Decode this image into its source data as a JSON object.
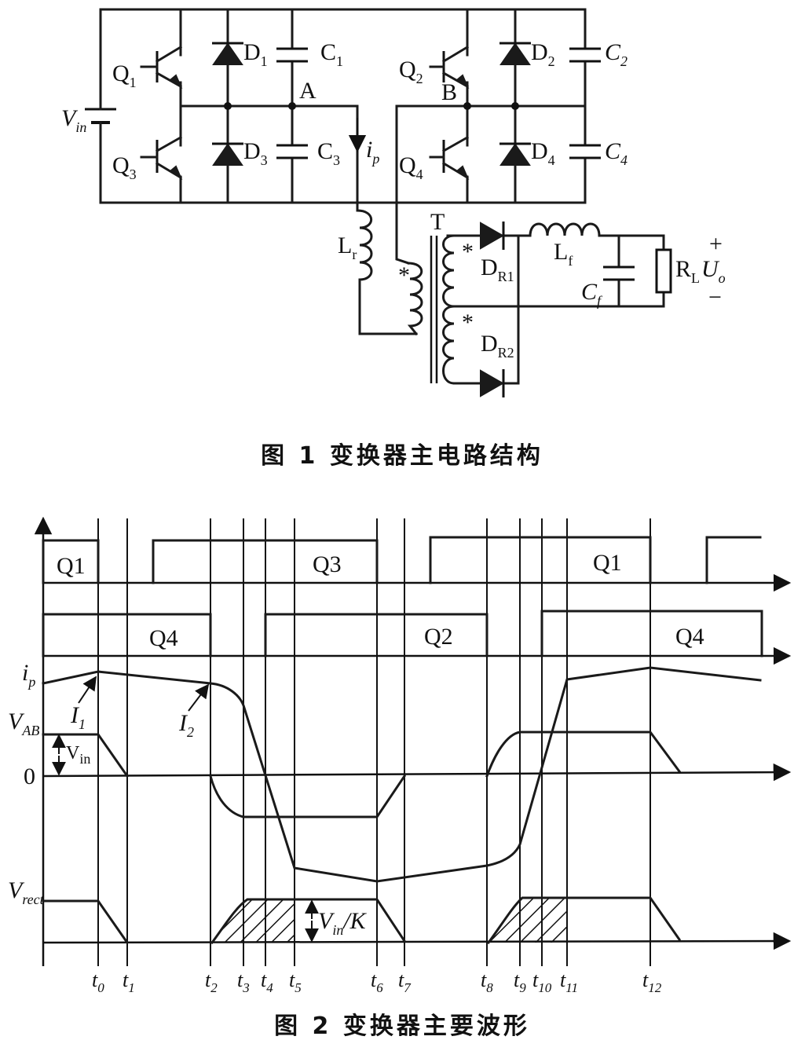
{
  "figure1": {
    "caption": "图 1   变换器主电路结构",
    "labels": {
      "Q1": "Q",
      "Q1s": "1",
      "Q3": "Q",
      "Q3s": "3",
      "Q2": "Q",
      "Q2s": "2",
      "Q4": "Q",
      "Q4s": "4",
      "D1": "D",
      "D1s": "1",
      "D3": "D",
      "D3s": "3",
      "D2": "D",
      "D2s": "2",
      "D4": "D",
      "D4s": "4",
      "C1": "C",
      "C1s": "1",
      "C3": "C",
      "C3s": "3",
      "C2": "C",
      "C2s": "2",
      "C4": "C",
      "C4s": "4",
      "A": "A",
      "B": "B",
      "ip": "i",
      "ips": "p",
      "Vin": "V",
      "Vins": "in",
      "Lr": "L",
      "Lrs": "r",
      "T": "T",
      "DR1": "D",
      "DR1s": "R1",
      "DR2": "D",
      "DR2s": "R2",
      "Lf": "L",
      "Lfs": "f",
      "Cf": "C",
      "Cfs": "f",
      "RL": "R",
      "RLs": "L",
      "Uo": "U",
      "Uos": "o",
      "plus": "+",
      "minus": "−",
      "star": "*"
    }
  },
  "figure2": {
    "caption": "图 2   变换器主要波形",
    "pulse_labels": [
      "Q1",
      "Q3",
      "Q1",
      "Q4",
      "Q2",
      "Q4"
    ],
    "signal_labels": {
      "ip": "i",
      "ips": "p",
      "I1": "I",
      "I1s": "1",
      "I2": "I",
      "I2s": "2",
      "VAB": "V",
      "VABs": "AB",
      "Vin": "V",
      "Vins": "in",
      "zero": "0",
      "Vrect": "V",
      "Vrects": "rect",
      "VinK": "V",
      "VinKs": "in",
      "VinKt": "/K"
    },
    "time_marks": [
      {
        "t": "t",
        "s": "0"
      },
      {
        "t": "t",
        "s": "1"
      },
      {
        "t": "t",
        "s": "2"
      },
      {
        "t": "t",
        "s": "3"
      },
      {
        "t": "t",
        "s": "4"
      },
      {
        "t": "t",
        "s": "5"
      },
      {
        "t": "t",
        "s": "6"
      },
      {
        "t": "t",
        "s": "7"
      },
      {
        "t": "t",
        "s": "8"
      },
      {
        "t": "t",
        "s": "9"
      },
      {
        "t": "t",
        "s": "10"
      },
      {
        "t": "t",
        "s": "11"
      },
      {
        "t": "t",
        "s": "12"
      }
    ]
  }
}
